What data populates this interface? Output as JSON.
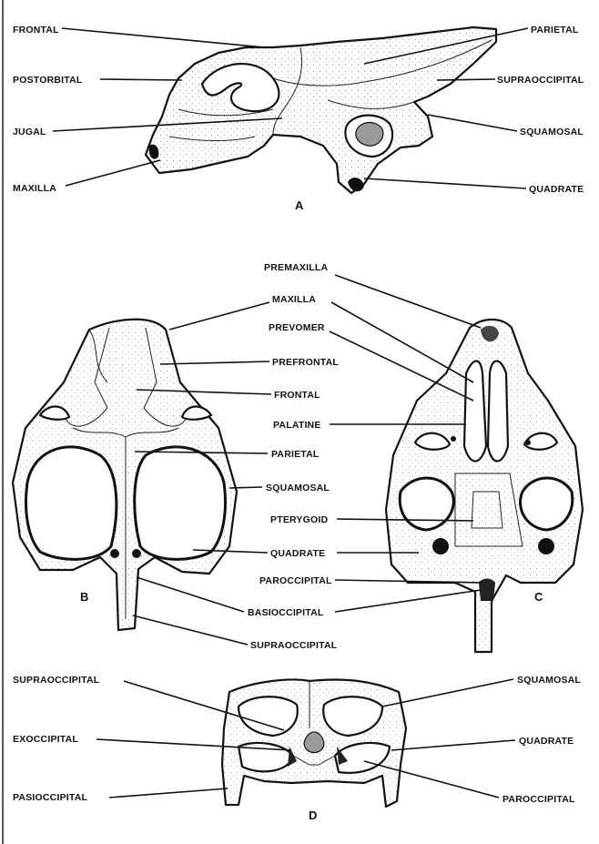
{
  "figure_a": {
    "letter": "A",
    "labels": {
      "frontal": "Frontal",
      "postorbital": "Postorbital",
      "jugal": "Jugal",
      "maxilla": "Maxilla",
      "parietal": "Parietal",
      "supraoccipital": "Supraoccipital",
      "squamosal": "Squamosal",
      "quadrate": "quadrate"
    }
  },
  "figure_b": {
    "letter": "B"
  },
  "figure_c": {
    "letter": "C"
  },
  "center_labels": {
    "premaxilla": "Premaxilla",
    "maxilla": "Maxilla",
    "prevomer": "Prevomer",
    "prefrontal": "Prefrontal",
    "frontal": "Frontal",
    "palatine": "Palatine",
    "parietal": "Parietal",
    "squamosal": "Squamosal",
    "pterygoid": "Pterygoid",
    "quadrate": "Quadrate",
    "paroccipital": "Paroccipital",
    "basioccipital": "Basioccipital",
    "supraoccipital": "Supraoccipital"
  },
  "figure_d": {
    "letter": "D",
    "labels": {
      "supraoccipital": "Supraoccipital",
      "exoccipital": "Exoccipital",
      "pasioccipital": "Pasioccipital",
      "squamosal": "Squamosal",
      "quadrate": "Quadrate",
      "paroccipital": "Paroccipital"
    }
  }
}
